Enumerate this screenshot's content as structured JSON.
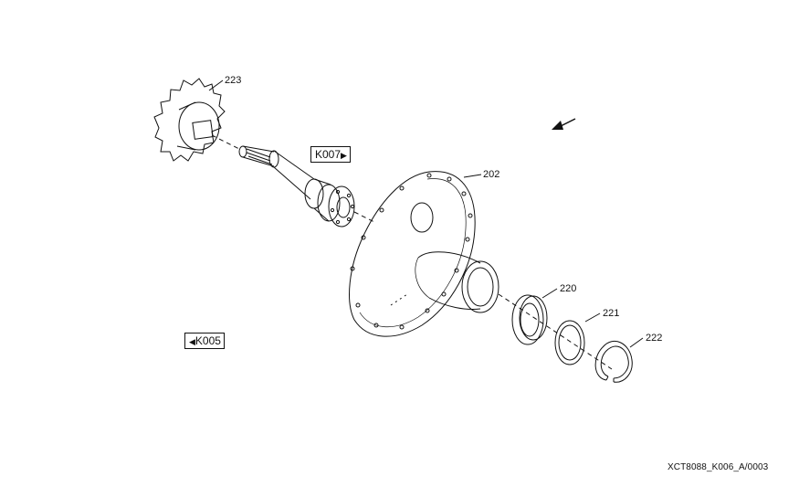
{
  "callouts": {
    "gear": "223",
    "housing": "202",
    "seal": "220",
    "snap_ring": "221",
    "retaining_ring": "222"
  },
  "references": {
    "k007": {
      "label": "K007",
      "arrow": "▶"
    },
    "k005": {
      "label": "K005",
      "arrow": "◀"
    }
  },
  "drawing_id": "XCT8088_K006_A/0003",
  "icons": [
    "arrow-right-icon",
    "arrow-left-icon",
    "direction-arrow-icon"
  ],
  "colors": {
    "ink": "#111111",
    "background": "#ffffff"
  }
}
